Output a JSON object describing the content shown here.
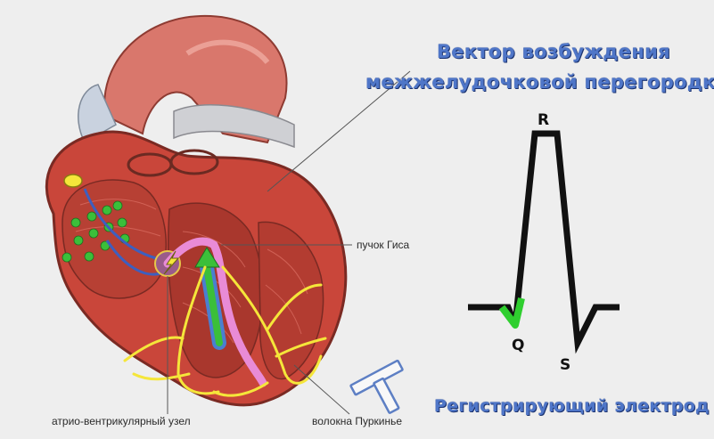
{
  "vector_title": {
    "line1": "Вектор возбуждения",
    "line2": "межжелудочковой перегородки"
  },
  "labels": {
    "bundle_of_his": "пучок Гиса",
    "av_node": "атрио-вентрикулярный узел",
    "purkinje_fibers": "волокна Пуркинье",
    "recording_electrode": "Регистрирующий электрод"
  },
  "ecg": {
    "r": "R",
    "q": "Q",
    "s": "S"
  },
  "colors": {
    "title_blue": "#4f76c8",
    "conduction_yellow": "#f5e63a",
    "his_pink": "#e98bd6",
    "vector_green": "#3bbf3a",
    "vector_blue": "#4a7fd0",
    "myocardium_red": "#c9463a"
  }
}
